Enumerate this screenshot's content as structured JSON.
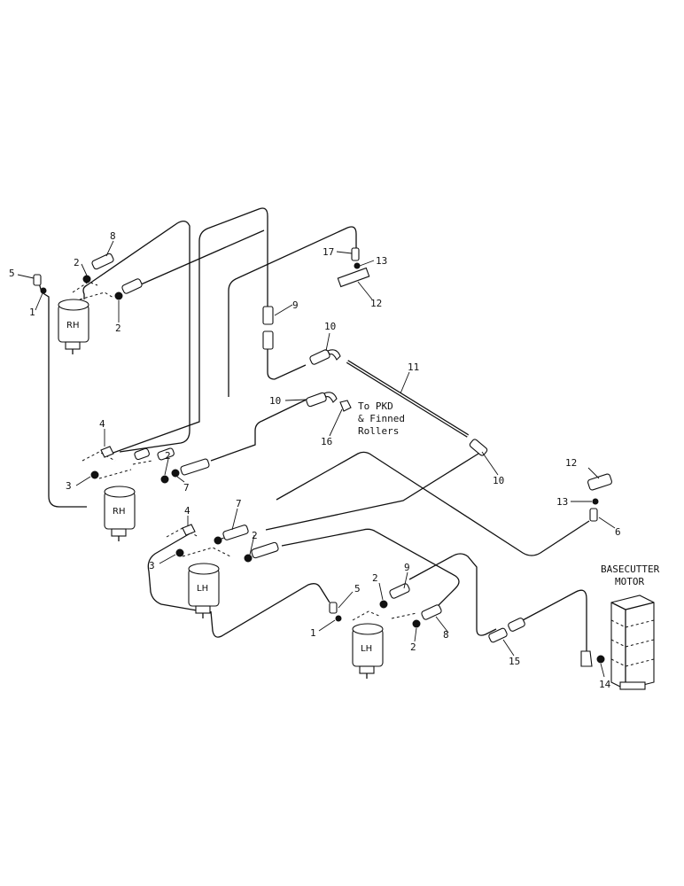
{
  "callouts": {
    "c5_top": "5",
    "c1_top": "1",
    "c2_top_a": "2",
    "c8_top": "8",
    "c2_top_b": "2",
    "c17": "17",
    "c13_top": "13",
    "c12_top": "12",
    "c9_mid": "9",
    "c10_a": "10",
    "c11": "11",
    "c10_b": "10",
    "c16": "16",
    "c4_a": "4",
    "c3_a": "3",
    "c2_mid": "2",
    "c7_a": "7",
    "c10_c": "10",
    "c12_right": "12",
    "c13_right": "13",
    "c6": "6",
    "c4_b": "4",
    "c7_b": "7",
    "c2_lower": "2",
    "c3_b": "3",
    "c5_bot": "5",
    "c1_bot": "1",
    "c2_bot_a": "2",
    "c9_bot": "9",
    "c2_bot_b": "2",
    "c8_bot": "8",
    "c15": "15",
    "c14": "14"
  },
  "tank_labels": {
    "rh_top": "RH",
    "rh_mid": "RH",
    "lh_mid": "LH",
    "lh_bot": "LH"
  },
  "notes": {
    "pkd_line1": "To PKD",
    "pkd_line2": "& Finned",
    "pkd_line3": "Rollers",
    "motor_line1": "BASECUTTER",
    "motor_line2": "MOTOR"
  }
}
